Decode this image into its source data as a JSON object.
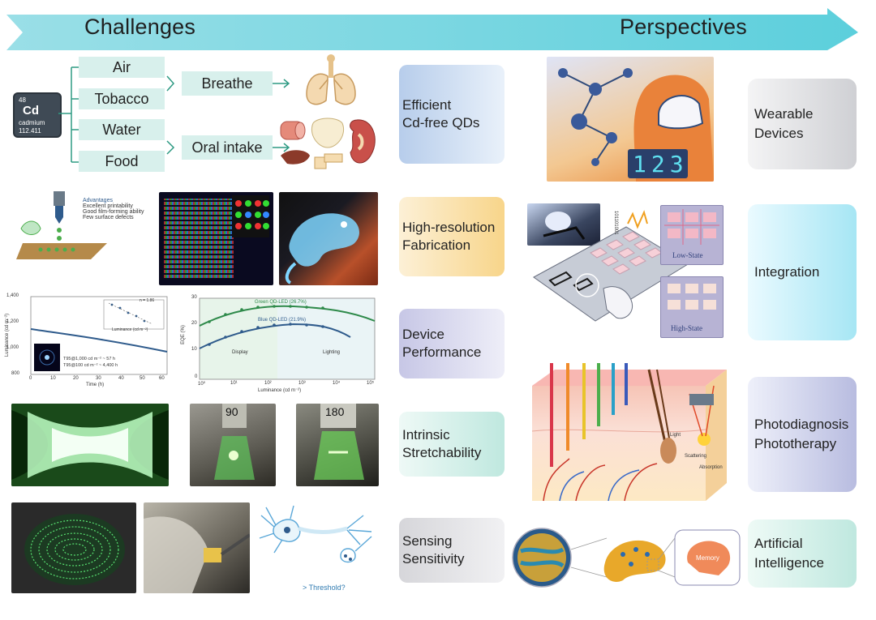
{
  "header": {
    "left": "Challenges",
    "right": "Perspectives"
  },
  "element": {
    "number": "48",
    "symbol": "Cd",
    "name": "cadmium",
    "mass": "112.411"
  },
  "sources": [
    "Air",
    "Tobacco",
    "Water",
    "Food"
  ],
  "routes": [
    "Breathe",
    "Oral intake"
  ],
  "advantages": {
    "title": "Advantages",
    "items": [
      "Excellent printability",
      "Good film-forming ability",
      "Few surface defects"
    ]
  },
  "perf_left": {
    "y_ticks": [
      "1,400",
      "1,200",
      "1,000",
      "800"
    ],
    "x_ticks": [
      "0",
      "10",
      "20",
      "30",
      "40",
      "50",
      "60"
    ],
    "xlabel": "Time (h)",
    "ylabel": "Luminance (cd m⁻²)",
    "inset_n": "n = 1.86",
    "inset_xlabel": "Luminance (cd m⁻²)",
    "t95_a": "T95@1,000 cd m⁻² ~ 57 h",
    "t95_b": "T95@100 cd m⁻² ~ 4,400 h"
  },
  "perf_right": {
    "green_label": "Green QD-LED (26.7%)",
    "blue_label": "Blue QD-LED (21.9%)",
    "ylabel": "EQE (%)",
    "xlabel": "Luminance (cd m⁻²)",
    "y_ticks": [
      "30",
      "20",
      "10",
      "0"
    ],
    "x_ticks": [
      "10⁰",
      "10¹",
      "10²",
      "10³",
      "10⁴",
      "10⁵"
    ],
    "region_display": "Display",
    "region_lighting": "Lighting"
  },
  "stretch_angles": [
    "90",
    "180"
  ],
  "neuron_label": "> Threshold?",
  "categories": [
    {
      "line1": "Efficient",
      "line2": "Cd-free QDs",
      "color": "#cfdff2"
    },
    {
      "line1": "High-resolution",
      "line2": "Fabrication",
      "color": "#fbe3b0"
    },
    {
      "line1": "Device",
      "line2": "Performance",
      "color": "#dcdcef"
    },
    {
      "line1": "Intrinsic",
      "line2": "Stretchability",
      "color": "#d6f0ea"
    },
    {
      "line1": "Sensing",
      "line2": "Sensitivity",
      "color": "#e3e3e6"
    }
  ],
  "perspectives": [
    {
      "line1": "Wearable",
      "line2": "Devices",
      "color": "#e2e2e4"
    },
    {
      "line1": "Integration",
      "line2": "",
      "color": "#c9eff6"
    },
    {
      "line1": "Photodiagnosis",
      "line2": "Phototherapy",
      "color": "#d7d9ee"
    },
    {
      "line1": "Artificial",
      "line2": "Intelligence",
      "color": "#d7f1ea"
    }
  ],
  "integration_states": {
    "low": "Low-State",
    "high": "High-State"
  },
  "skin": {
    "light": "Light",
    "scattering": "Scattering",
    "absorption": "Absorption"
  },
  "wearable_display": "123",
  "memory_label": "Memory"
}
